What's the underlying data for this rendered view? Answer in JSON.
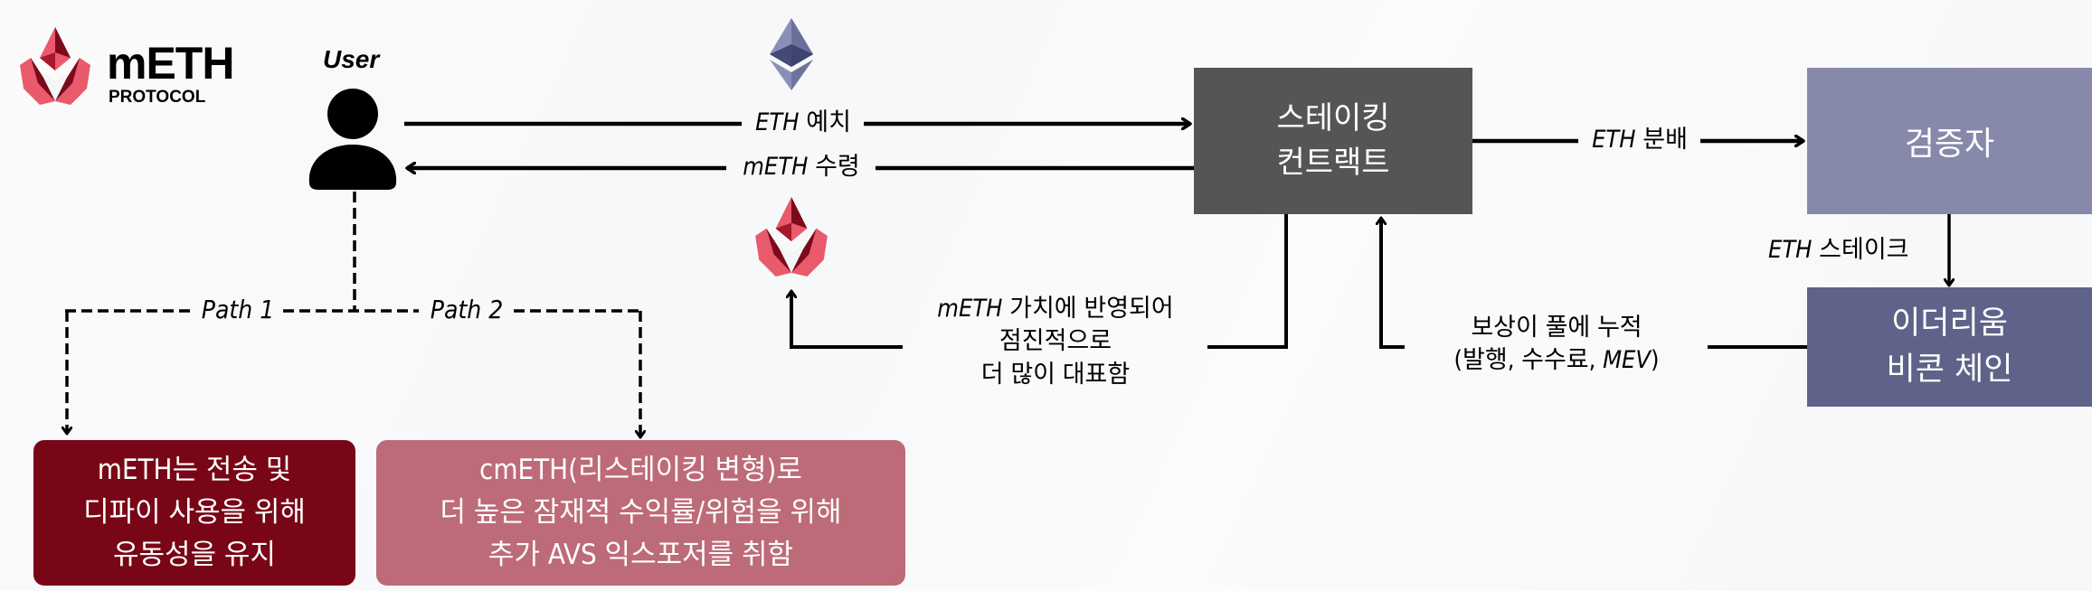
{
  "logo": {
    "icon": "meth-crystal-logo-icon",
    "title": "mETH",
    "subtitle": "PROTOCOL",
    "colors": {
      "light": "#e85a6c",
      "dark": "#7a0a1c"
    }
  },
  "user": {
    "label": "User",
    "icon": "user-person-icon"
  },
  "tokens": {
    "eth_icon": "ethereum-diamond-icon",
    "meth_icon": "meth-crystal-icon",
    "eth_colors": {
      "light": "#8a8fb8",
      "dark": "#454a75"
    }
  },
  "flows": {
    "deposit": {
      "prefix": "ETH",
      "suffix": " 예치"
    },
    "receive": {
      "prefix": "mETH",
      "suffix": " 수령"
    },
    "distribute": {
      "prefix": "ETH",
      "suffix": " 분배"
    },
    "stake": {
      "prefix": "ETH",
      "suffix": " 스테이크"
    },
    "value_reflect": {
      "line1_prefix": "mETH",
      "line1_suffix": " 가치에 반영되어",
      "line2": "점진적으로",
      "line3": "더 많이 대표함"
    },
    "rewards": {
      "line1": "보상이 풀에 누적",
      "line2_prefix": "(발행, 수수료, ",
      "line2_italic": "MEV",
      "line2_suffix": ")"
    }
  },
  "nodes": {
    "staking_contract": {
      "line1": "스테이킹",
      "line2": "컨트랙트",
      "color": "#555555"
    },
    "validators": {
      "label": "검증자",
      "color": "#8689aa"
    },
    "beacon_chain": {
      "line1": "이더리움",
      "line2": "비콘 체인",
      "color": "#5f6389"
    }
  },
  "paths": {
    "path1_label": "Path 1",
    "path2_label": "Path 2",
    "path1_box": {
      "lines": [
        "mETH는 전송 및",
        "디파이 사용을 위해",
        "유동성을 유지"
      ],
      "color": "#780616"
    },
    "path2_box": {
      "lines": [
        "cmETH(리스테이킹 변형)로",
        "더 높은 잠재적 수익률/위험을 위해",
        "추가 AVS 익스포저를 취함"
      ],
      "color": "#bd6b78"
    }
  }
}
